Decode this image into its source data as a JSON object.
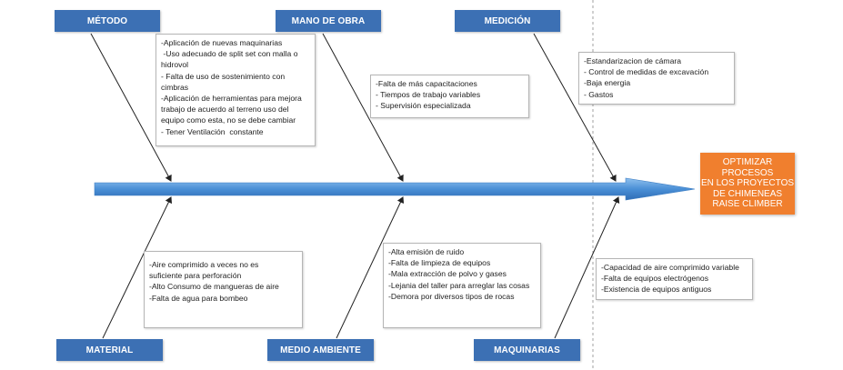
{
  "categories": {
    "metodo": "MÉTODO",
    "mano_de_obra": "MANO DE OBRA",
    "medicion": "MEDICIÓN",
    "material": "MATERIAL",
    "medio_ambiente": "MEDIO AMBIENTE",
    "maquinarias": "MAQUINARIAS"
  },
  "result": {
    "lines": [
      "OPTIMIZAR",
      "PROCESOS",
      "EN LOS PROYECTOS",
      "DE CHIMENEAS",
      "RAISE CLIMBER"
    ]
  },
  "causes": {
    "metodo": [
      "-Aplicación de nuevas maquinarias",
      " -Uso adecuado de split set con malla o",
      "hidrovol",
      "- Falta de uso de sostenimiento con",
      "cimbras",
      "-Aplicación de herramientas para mejora",
      "trabajo de acuerdo al terreno uso del",
      "equipo como esta, no se debe cambiar",
      "- Tener Ventilación  constante"
    ],
    "mano_de_obra": [
      "-Falta de más capacitaciones",
      "- Tiempos de trabajo variables",
      "- Supervisión especializada"
    ],
    "medicion": [
      "-Estandarizacion de cámara",
      "- Control de medidas de excavación",
      "-Baja energia",
      "- Gastos"
    ],
    "material": [
      "-Aire comprimido a veces no es",
      "suficiente para perforación",
      "-Alto Consumo de mangueras de aire",
      "-Falta de agua para bombeo"
    ],
    "medio_ambiente": [
      "-Alta emisión de ruido",
      "-Falta de limpieza de equipos",
      "-Mala extracción de polvo y gases",
      "-Lejania del taller para arreglar las cosas",
      "-Demora por diversos tipos de rocas"
    ],
    "maquinarias": [
      "-Capacidad de aire comprimido variable",
      "-Falta de equipos electrógenos",
      "-Existencia de equipos antiguos"
    ]
  },
  "colors": {
    "category_fill": "#3c70b4",
    "arrow_fill": "#4a8fd6",
    "result_fill": "#f07f2e"
  }
}
